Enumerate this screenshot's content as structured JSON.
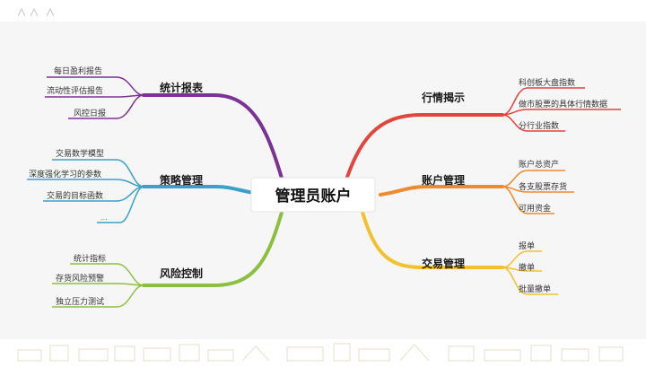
{
  "root": {
    "label": "管理员账户"
  },
  "branches": [
    {
      "id": "stats",
      "label": "统计报表",
      "color": "#7b3294",
      "children": [
        "每日盈利报告",
        "流动性评估报告",
        "风控日报"
      ]
    },
    {
      "id": "strategy",
      "label": "策略管理",
      "color": "#3aa0c8",
      "children": [
        "交易数学模型",
        "深度强化学习的参数",
        "交易的目标函数",
        "..."
      ]
    },
    {
      "id": "risk",
      "label": "风险控制",
      "color": "#8cbf3f",
      "children": [
        "统计指标",
        "存货风险预警",
        "独立压力测试"
      ]
    },
    {
      "id": "market",
      "label": "行情揭示",
      "color": "#e2453c",
      "children": [
        "科创板大盘指数",
        "做市股票的具体行情数据",
        "分行业指数"
      ]
    },
    {
      "id": "account",
      "label": "账户管理",
      "color": "#ef8a2f",
      "children": [
        "账户总资产",
        "各支股票存货",
        "可用资金"
      ]
    },
    {
      "id": "trade",
      "label": "交易管理",
      "color": "#f2c12e",
      "children": [
        "报单",
        "撤单",
        "批量撤单"
      ]
    }
  ]
}
